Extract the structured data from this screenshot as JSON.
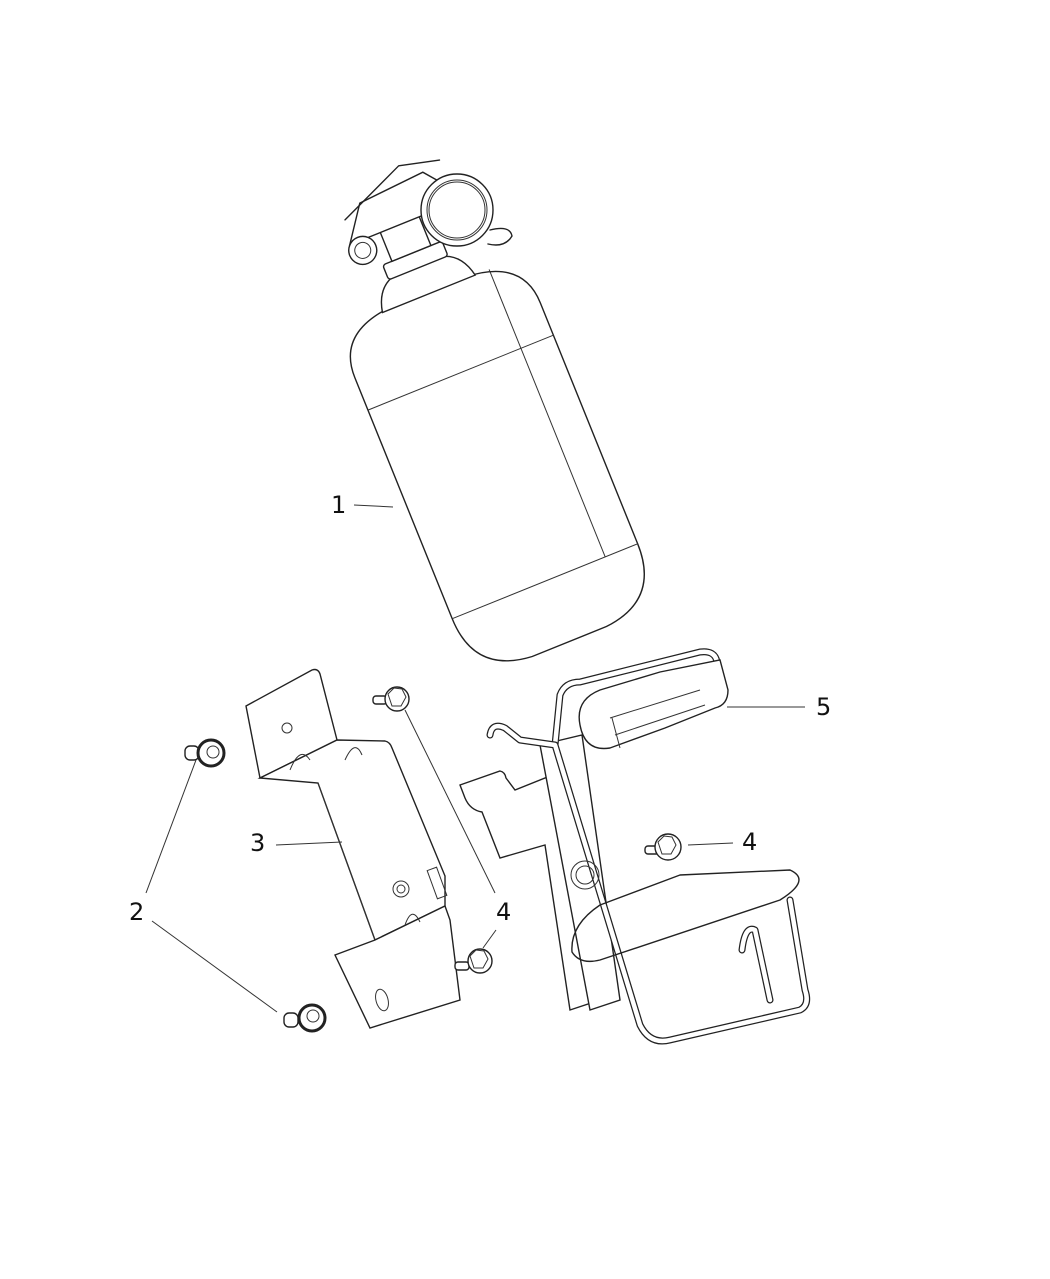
{
  "diagram": {
    "type": "exploded-parts-diagram",
    "subject": "Fire extinguisher with mounting bracket and holder",
    "callouts": [
      {
        "id": "1",
        "label": "1",
        "part": "fire-extinguisher-cylinder"
      },
      {
        "id": "2a",
        "label": "2",
        "part": "rivet-fastener"
      },
      {
        "id": "3",
        "label": "3",
        "part": "mounting-bracket"
      },
      {
        "id": "4a",
        "label": "4",
        "part": "bolt-upper"
      },
      {
        "id": "4b",
        "label": "4",
        "part": "bolt-lower"
      },
      {
        "id": "4c",
        "label": "4",
        "part": "bolt-holder"
      },
      {
        "id": "5",
        "label": "5",
        "part": "extinguisher-holder-cage"
      }
    ]
  }
}
